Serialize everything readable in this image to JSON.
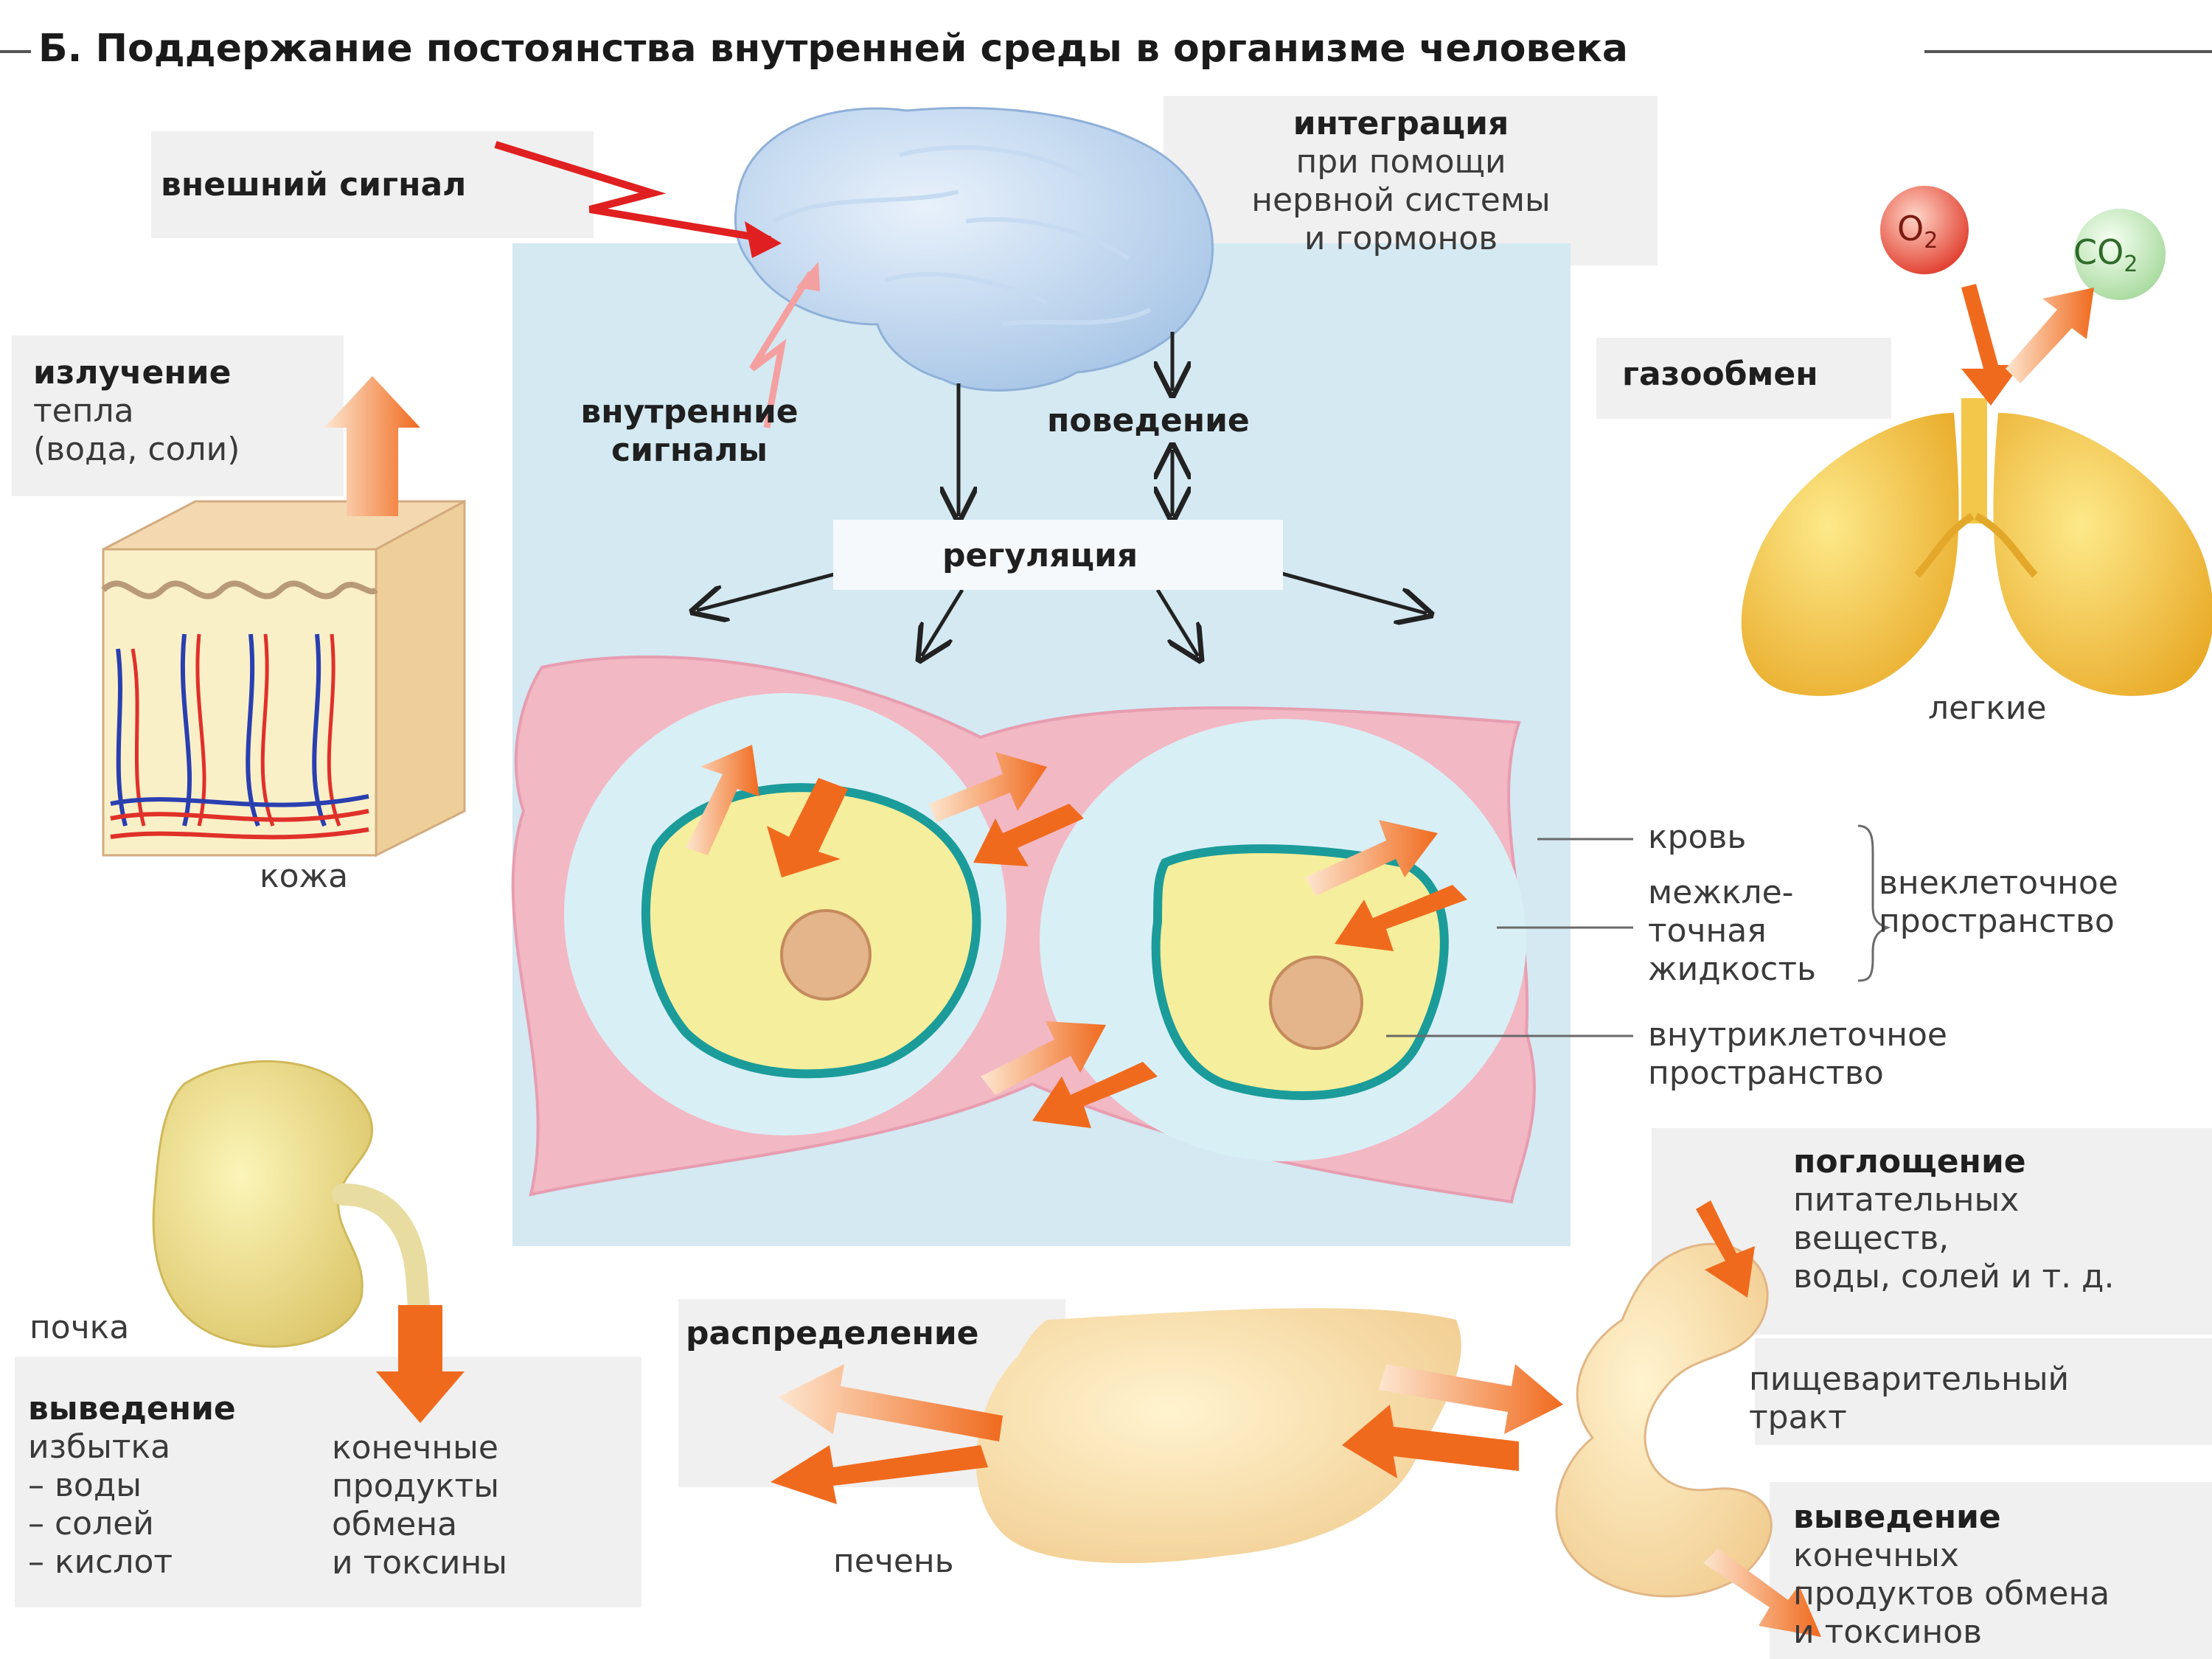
{
  "title": "Б. Поддержание постоянства внутренней среды в организме человека",
  "brain": {
    "external_signal": "внешний сигнал",
    "integration_title": "интеграция",
    "integration_lines": [
      "при помощи",
      "нервной системы",
      "и гормонов"
    ],
    "internal_signals_lines": [
      "внутренние",
      "сигналы"
    ],
    "behavior": "поведение",
    "regulation": "регуляция"
  },
  "skin": {
    "title": "излучение",
    "lines": [
      "тепла",
      "(вода, соли)"
    ],
    "label": "кожа"
  },
  "lungs": {
    "title": "газообмен",
    "o2": "O",
    "o2_sub": "2",
    "co2": "CO",
    "co2_sub": "2",
    "label": "легкие"
  },
  "cells": {
    "blood": "кровь",
    "interstitial_lines": [
      "межкле-",
      "точная",
      "жидкость"
    ],
    "extracellular_lines": [
      "внеклеточное",
      "пространство"
    ],
    "intracellular_lines": [
      "внутриклеточное",
      "пространство"
    ]
  },
  "kidney": {
    "label": "почка",
    "excretion_title": "выведение",
    "excess_lines": [
      "избытка",
      "– воды",
      "– солей",
      "– кислот"
    ],
    "products_lines": [
      "конечные",
      "продукты",
      "обмена",
      "и токсины"
    ]
  },
  "digestion": {
    "absorption_title": "поглощение",
    "absorption_lines": [
      "питательных",
      "веществ,",
      "воды, солей и т. д."
    ],
    "tract_lines": [
      "пищеварительный",
      "тракт"
    ],
    "distribution": "распределение",
    "liver": "печень",
    "excretion_title": "выведение",
    "excretion_lines": [
      "конечных",
      "продуктов обмена",
      "и токсинов"
    ]
  },
  "colors": {
    "accent_red": "#e02020",
    "arrow_orange": "#f07a2a",
    "panel_blue": "#d4e9f2",
    "vessel_pink": "#f2b8c4",
    "cell_yellow": "#f5ee9c",
    "membrane_teal": "#1b9c9a"
  }
}
